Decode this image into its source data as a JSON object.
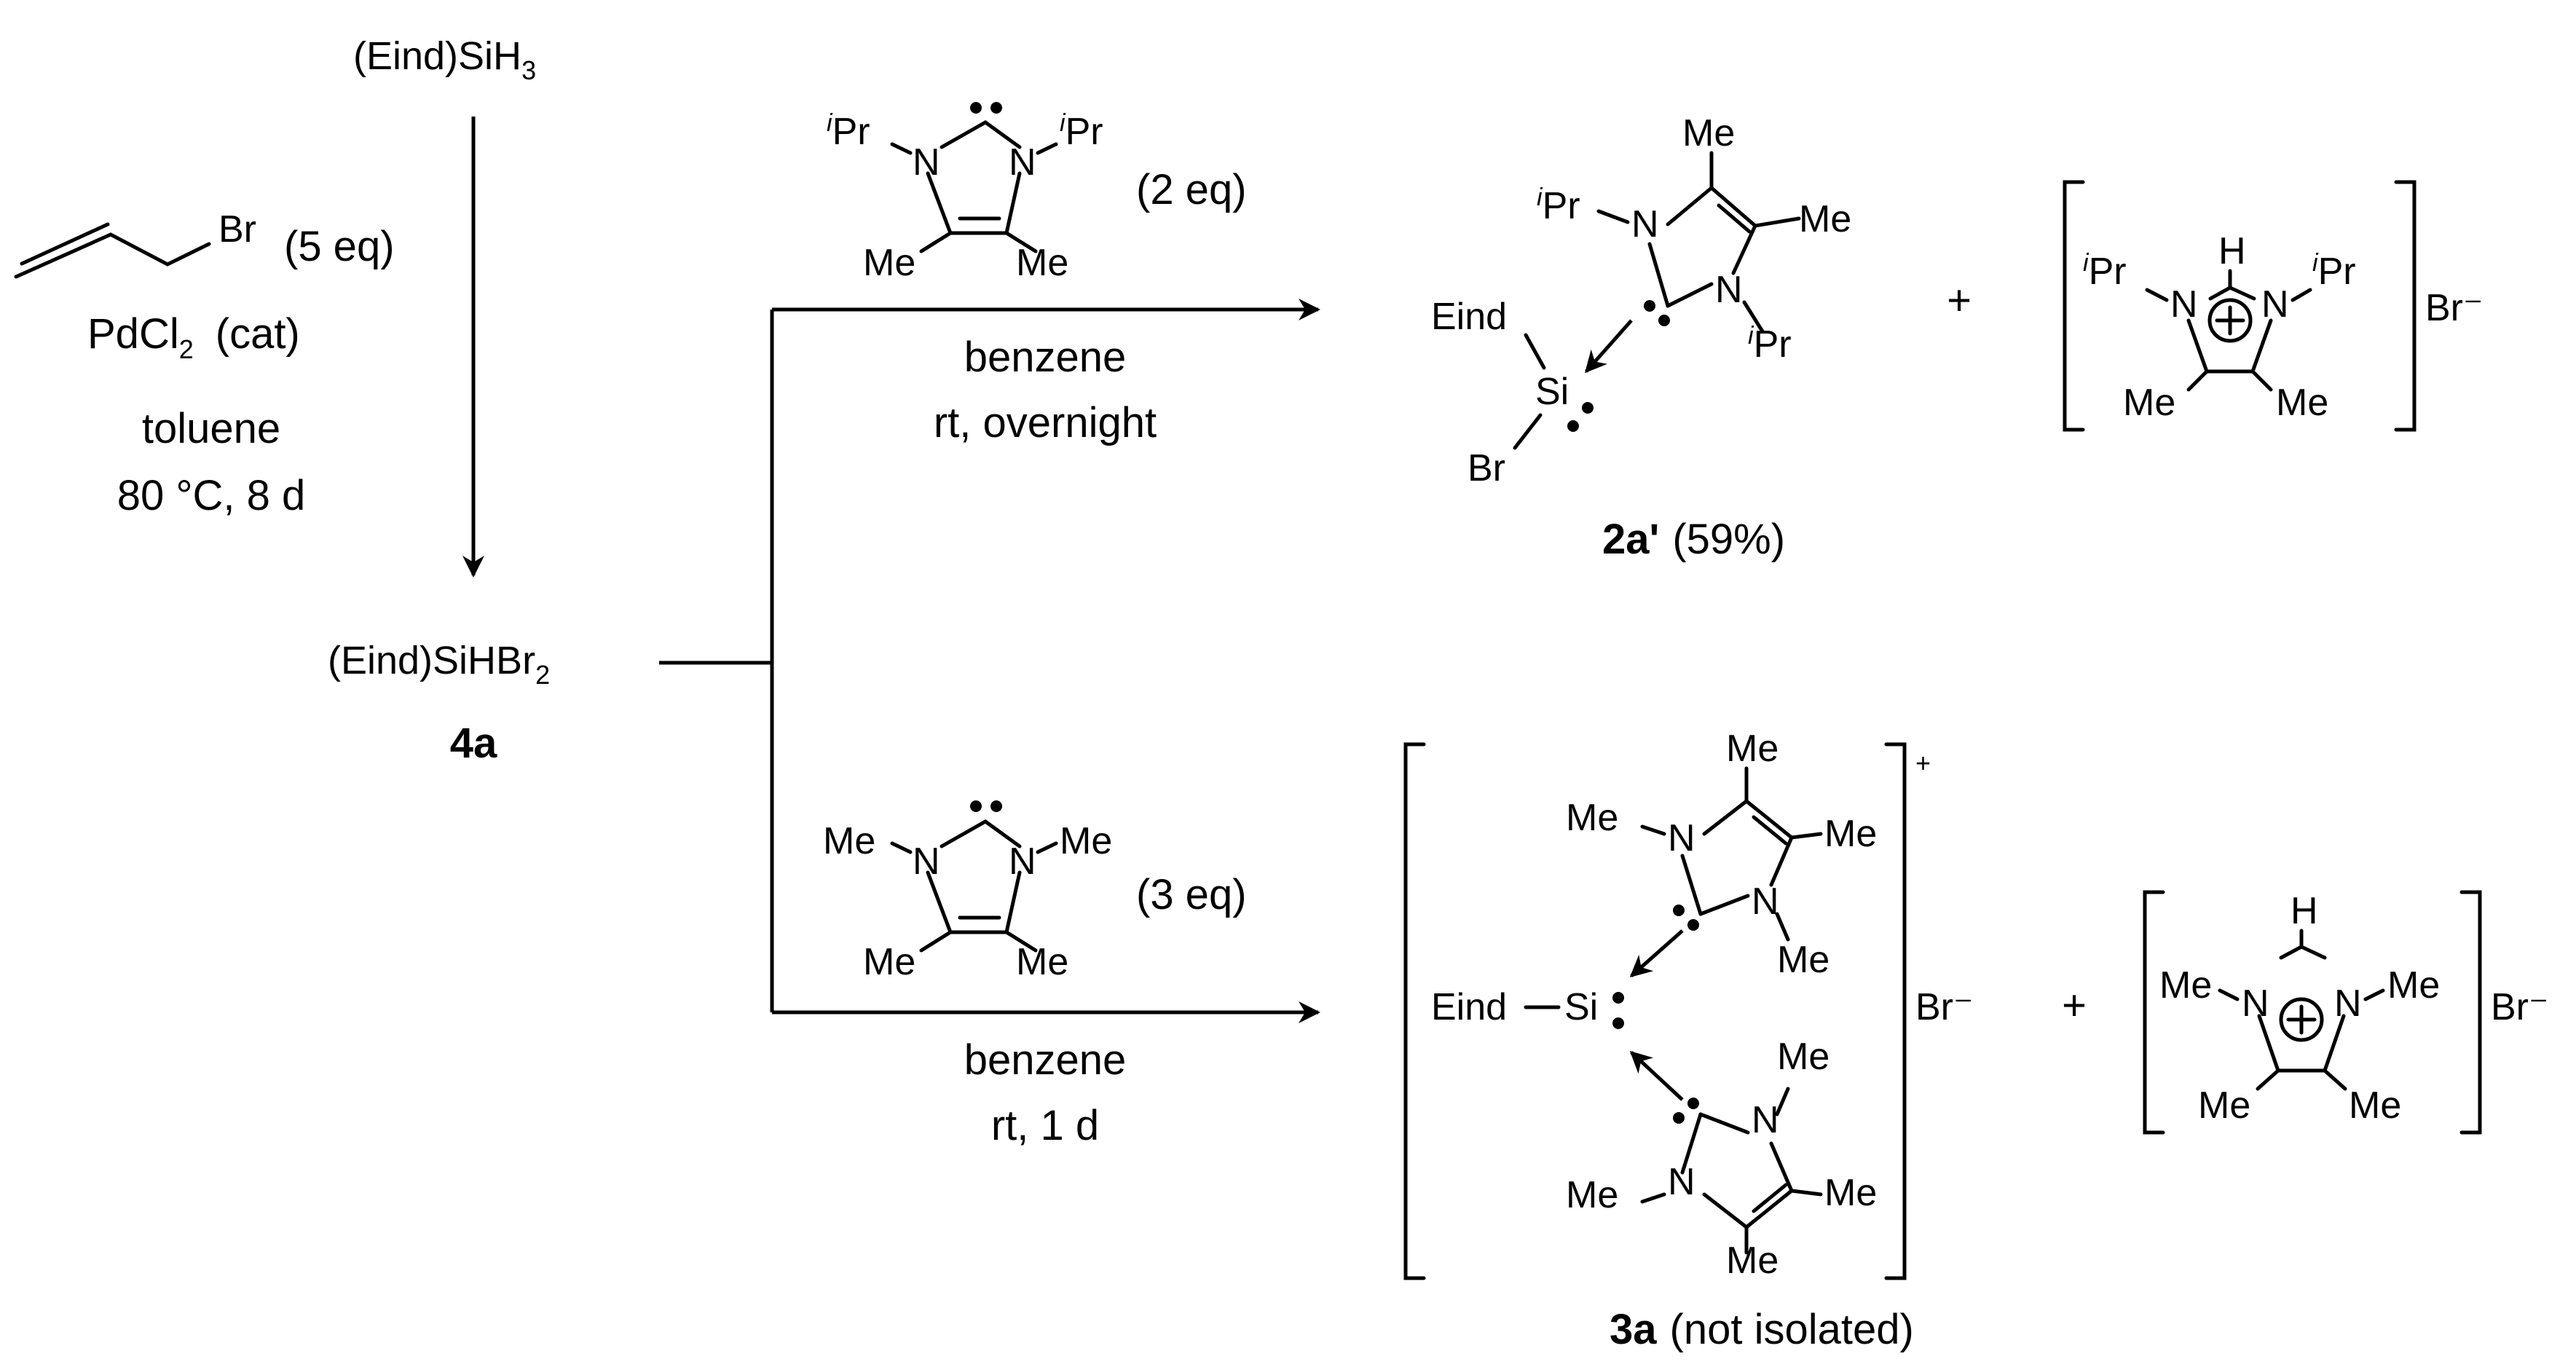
{
  "start_material": {
    "prefix": "(Eind)SiH",
    "subscript": "3"
  },
  "reagents_step1": {
    "allyl_bromide_atom": "Br",
    "allyl_bromide_eq": "(5 eq)",
    "catalyst_prefix": "PdCl",
    "catalyst_subscript": "2",
    "catalyst_note": "(cat)",
    "solvent": "toluene",
    "conditions": "80 °C, 8 d"
  },
  "intermediate": {
    "prefix": "(Eind)SiHBr",
    "subscript": "2",
    "label": "4a"
  },
  "upper_reaction": {
    "nhc_substituent_prefix": "i",
    "nhc_substituent_main": "Pr",
    "nhc_methyl": "Me",
    "nhc_eq": "(2 eq)",
    "solvent": "benzene",
    "conditions": "rt, overnight"
  },
  "product_2a": {
    "eind": "Eind",
    "si": "Si",
    "br": "Br",
    "n": "N",
    "me": "Me",
    "ipr_prefix": "i",
    "ipr_main": "Pr",
    "label": "2a'",
    "yield": "(59%)"
  },
  "salt_upper": {
    "h": "H",
    "n": "N",
    "me": "Me",
    "ipr_prefix": "i",
    "ipr_main": "Pr",
    "counterion": "Br⁻"
  },
  "lower_reaction": {
    "nhc_methyl": "Me",
    "nhc_eq": "(3 eq)",
    "solvent": "benzene",
    "conditions": "rt, 1 d"
  },
  "product_3a": {
    "eind": "Eind",
    "si": "Si",
    "n": "N",
    "me": "Me",
    "charge": "+",
    "counterion": "Br⁻",
    "label": "3a",
    "note": "(not isolated)"
  },
  "salt_lower": {
    "h": "H",
    "n": "N",
    "me": "Me",
    "counterion": "Br⁻"
  },
  "plus_sign": "+"
}
